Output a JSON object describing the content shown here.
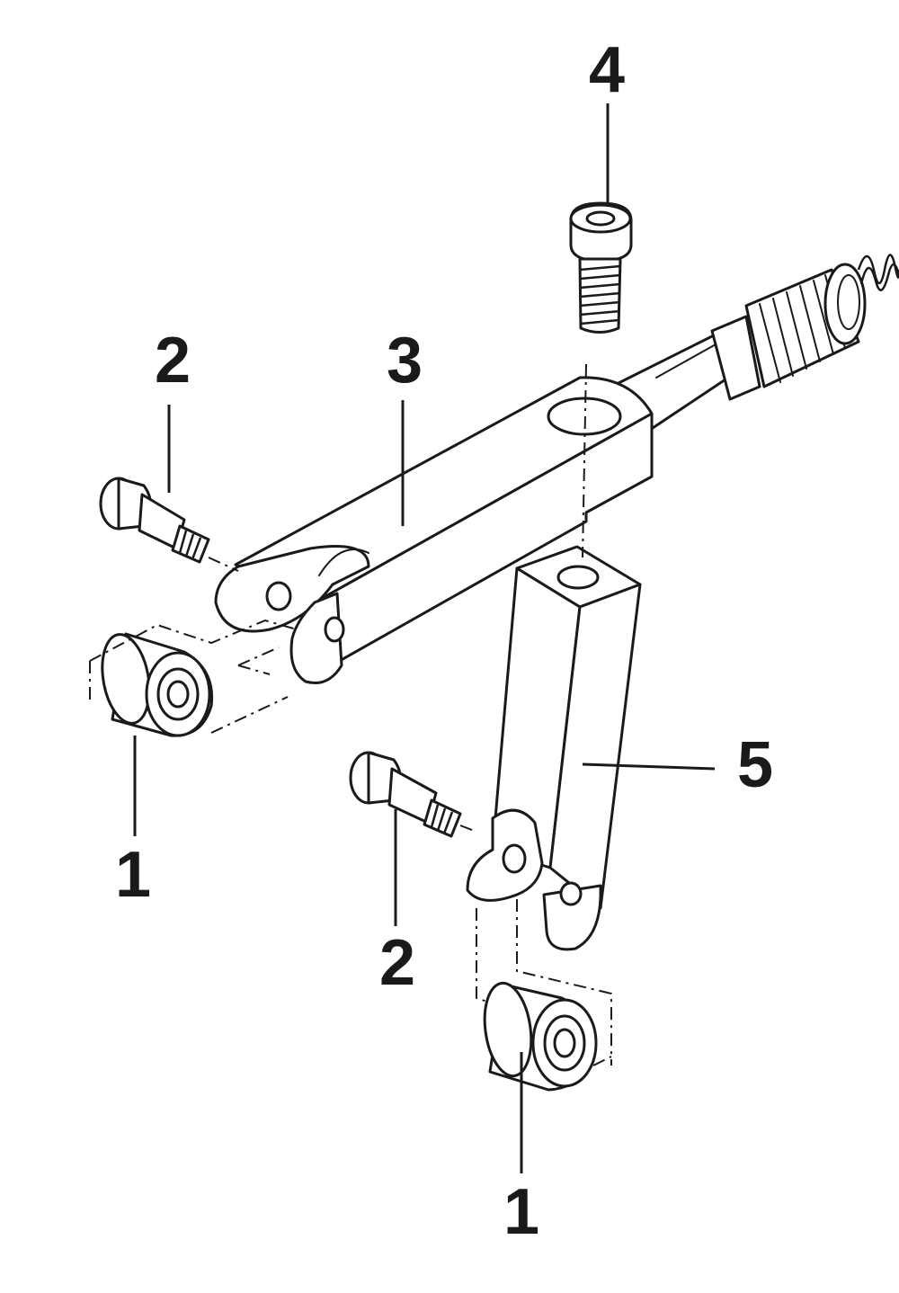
{
  "callouts": {
    "c1_left": "1",
    "c1_bottom": "1",
    "c2_top": "2",
    "c2_bottom": "2",
    "c3": "3",
    "c4": "4",
    "c5": "5"
  },
  "colors": {
    "line": "#1a1a1a",
    "background": "#ffffff"
  }
}
